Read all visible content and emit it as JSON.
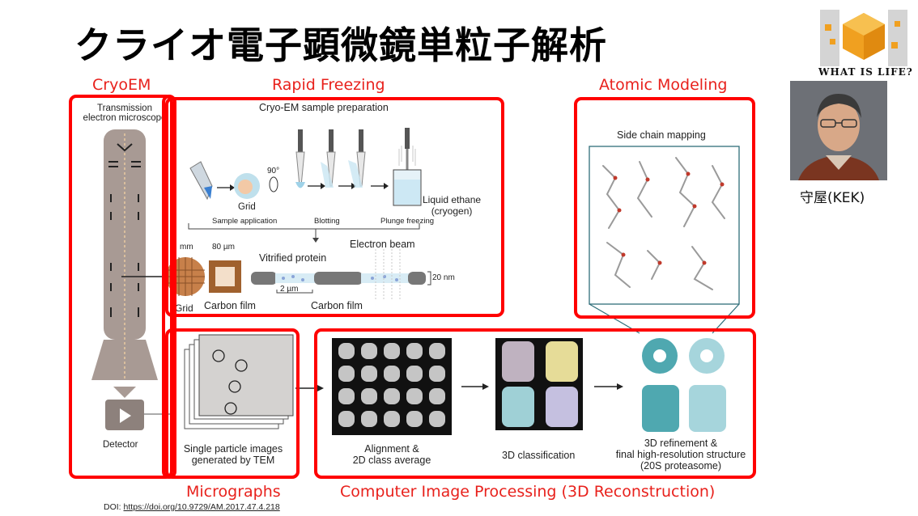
{
  "slide": {
    "title": "クライオ電子顕微鏡単粒子解析",
    "sections": {
      "cryoem": "CryoEM",
      "rapid_freezing": "Rapid Freezing",
      "atomic_modeling": "Atomic Modeling",
      "micrographs": "Micrographs",
      "image_processing": "Computer Image Processing (3D Reconstruction)"
    },
    "doi_label": "DOI:",
    "doi_link": "https://doi.org/10.9729/AM.2017.47.4.218",
    "logo_text": "WHAT IS LIFE?",
    "person_caption": "守屋(KEK)",
    "colors": {
      "accent_red": "#ff0000",
      "label_red": "#e8211c"
    }
  },
  "figure": {
    "microscope": {
      "title_line1": "Transmission",
      "title_line2": "electron microscope",
      "detector": "Detector"
    },
    "prep": {
      "title": "Cryo-EM sample preparation",
      "angle": "90°",
      "grid": "Grid",
      "liquid_ethane_1": "Liquid ethane",
      "liquid_ethane_2": "(cryogen)",
      "step_application": "Sample application",
      "step_blotting": "Blotting",
      "step_plunge": "Plunge freezing",
      "mm": "mm",
      "um80": "80 µm",
      "vitrified": "Vitrified protein",
      "electron_beam": "Electron beam",
      "um2": "2 µm",
      "nm20": "20 nm",
      "grid_bottom": "Grid",
      "carbon_film_left": "Carbon film",
      "carbon_film_right": "Carbon film"
    },
    "modeling": {
      "title": "Side chain mapping"
    },
    "micrographs": {
      "line1": "Single particle images",
      "line2": "generated by TEM"
    },
    "processing": {
      "align_1": "Alignment &",
      "align_2": "2D class average",
      "classification": "3D classification",
      "refine_1": "3D refinement &",
      "refine_2": "final high-resolution structure",
      "refine_3": "(20S proteasome)"
    }
  }
}
